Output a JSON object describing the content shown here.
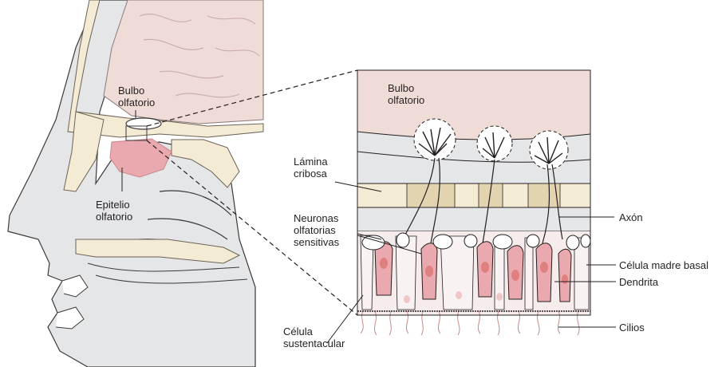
{
  "labels": {
    "bulbo_left": "Bulbo\nolfatorio",
    "epitelio": "Epitelio\nolfatorio",
    "bulbo_detail": "Bulbo\nolfatorio",
    "lamina": "Lámina\ncribosa",
    "neuronas": "Neuronas\nolfatorias\nsensitivas",
    "axon": "Axón",
    "celula_madre": "Célula madre basal",
    "dendrita": "Dendrita",
    "cilios": "Cilios",
    "celula_sust": "Célula\nsustentacular"
  },
  "colors": {
    "brain": "#f0dcd7",
    "bone": "#f3ebd4",
    "bone_dark": "#e3d4b0",
    "epithelium": "#e9a9ae",
    "grey": "#e4e6e8",
    "nucleus": "#e07f7f",
    "line": "#3a3a3a"
  }
}
